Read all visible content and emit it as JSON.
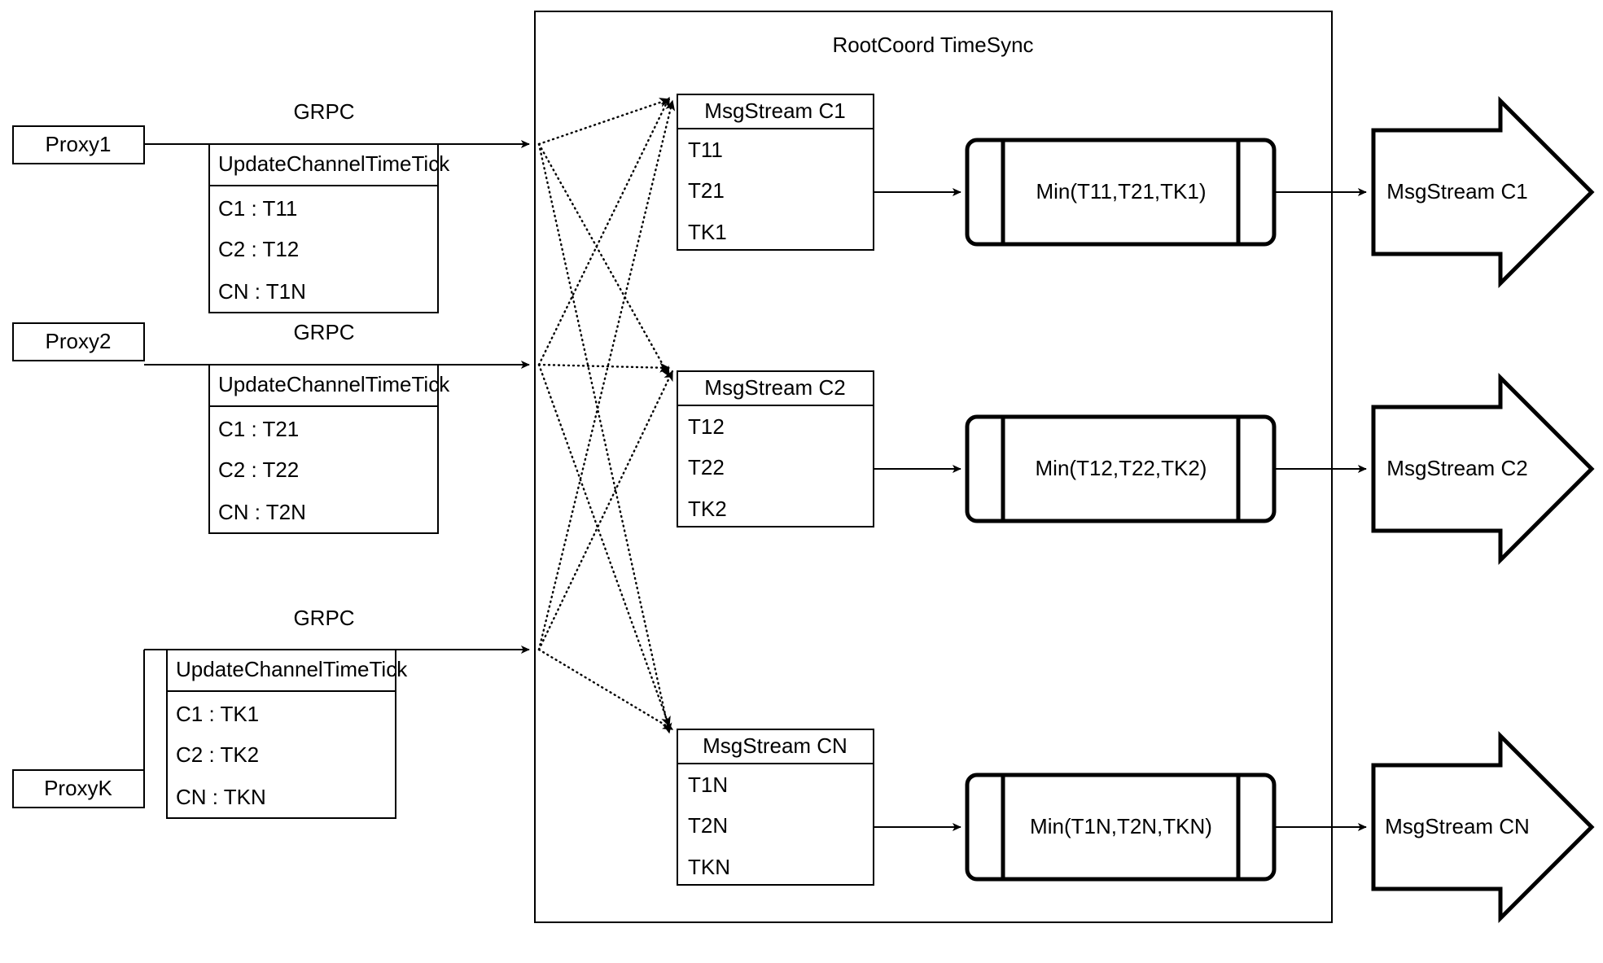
{
  "diagram": {
    "container_title": "RootCoord TimeSync",
    "link_protocol_label": "GRPC",
    "proxies": [
      {
        "name": "Proxy1",
        "request_header": "UpdateChannelTimeTick",
        "rows": [
          "C1 :  T11",
          "C2 :  T12",
          "CN : T1N"
        ]
      },
      {
        "name": "Proxy2",
        "request_header": "UpdateChannelTimeTick",
        "rows": [
          "C1 :  T21",
          "C2 :  T22",
          "CN : T2N"
        ]
      },
      {
        "name": "ProxyK",
        "request_header": "UpdateChannelTimeTick",
        "rows": [
          "C1 :  TK1",
          "C2 :  TK2",
          "CN : TKN"
        ]
      }
    ],
    "channels": [
      {
        "msgstream_header": "MsgStream C1",
        "ticks": [
          "T11",
          "T21",
          "TK1"
        ],
        "min_expression": "Min(T11,T21,TK1)",
        "output_label": "MsgStream C1"
      },
      {
        "msgstream_header": "MsgStream C2",
        "ticks": [
          "T12",
          "T22",
          "TK2"
        ],
        "min_expression": "Min(T12,T22,TK2)",
        "output_label": "MsgStream C2"
      },
      {
        "msgstream_header": "MsgStream CN",
        "ticks": [
          "T1N",
          "T2N",
          "TKN"
        ],
        "min_expression": "Min(T1N,T2N,TKN)",
        "output_label": "MsgStream CN"
      }
    ],
    "colors": {
      "stroke": "#000000",
      "background": "#ffffff"
    }
  }
}
